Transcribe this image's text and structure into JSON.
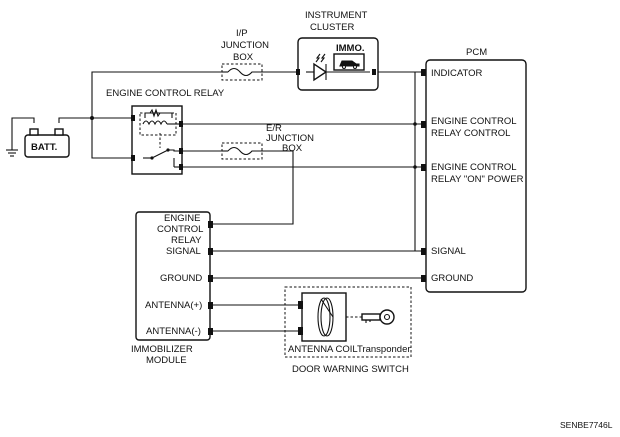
{
  "labels": {
    "instrument_cluster_1": "INSTRUMENT",
    "instrument_cluster_2": "CLUSTER",
    "immo": "IMMO.",
    "ip_junction_1": "I/P",
    "ip_junction_2": "JUNCTION",
    "ip_junction_3": "BOX",
    "pcm": "PCM",
    "indicator": "INDICATOR",
    "ecr_title": "ENGINE CONTROL RELAY",
    "batt": "BATT.",
    "er_junction_1": "E/R",
    "er_junction_2": "JUNCTION",
    "er_junction_3": "BOX",
    "pcm_ecr_control_1": "ENGINE CONTROL",
    "pcm_ecr_control_2": "RELAY CONTROL",
    "pcm_ecr_on_1": "ENGINE CONTROL",
    "pcm_ecr_on_2": "RELAY \"ON\" POWER",
    "imm_ecr_1": "ENGINE",
    "imm_ecr_2": "CONTROL",
    "imm_ecr_3": "RELAY",
    "imm_signal": "SIGNAL",
    "imm_ground": "GROUND",
    "imm_ant_pos": "ANTENNA(+)",
    "imm_ant_neg": "ANTENNA(-)",
    "pcm_signal": "SIGNAL",
    "pcm_ground": "GROUND",
    "antenna_coil": "ANTENNA COIL",
    "transponder": "Transponder",
    "imm_module_1": "IMMOBILIZER",
    "imm_module_2": "MODULE",
    "door_warning": "DOOR WARNING SWITCH",
    "figure_id": "SENBE7746L"
  },
  "icons": {
    "lamp": "warning-lamp-icon",
    "car": "car-icon",
    "key": "key-icon",
    "fuse": "fuse-icon",
    "relay_coil": "relay-coil-icon",
    "battery": "battery-icon",
    "ground": "ground-icon"
  }
}
